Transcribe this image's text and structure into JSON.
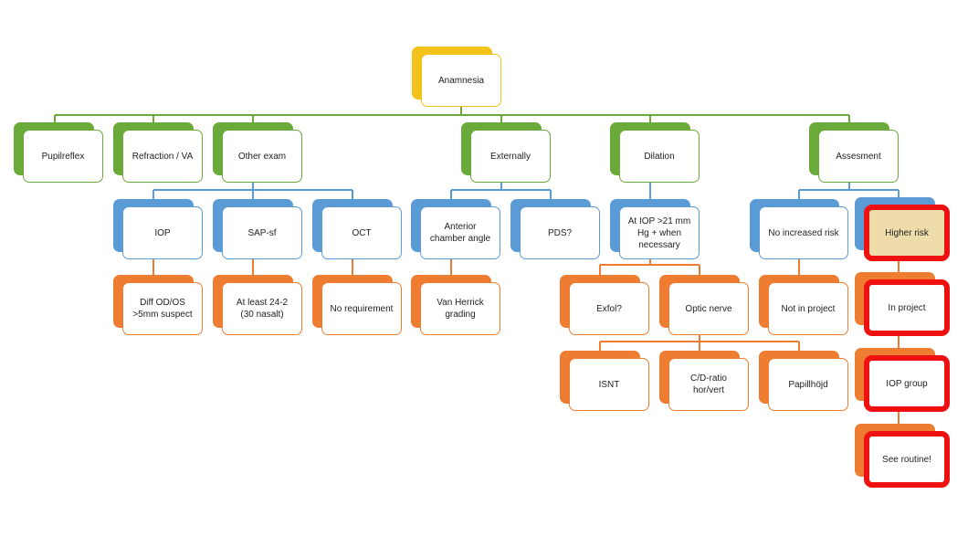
{
  "colors": {
    "yellow": "#f2c21a",
    "green": "#6aaa3a",
    "blue": "#5b9bd5",
    "orange": "#ee7d31",
    "highlight": "#ee1111"
  },
  "nodes": {
    "anamnesia": "Anamnesia",
    "pupilreflex": "Pupilreflex",
    "refraction": "Refraction / VA",
    "other_exam": "Other exam",
    "externally": "Externally",
    "dilation": "Dilation",
    "assesment": "Assesment",
    "iop": "IOP",
    "sap_sf": "SAP-sf",
    "oct": "OCT",
    "anterior_chamber": "Anterior\nchamber angle",
    "pds": "PDS?",
    "at_iop": "At IOP >21 mm\nHg + when\nnecessary",
    "no_increased_risk": "No increased risk",
    "higher_risk": "Higher risk",
    "diff_od_os": "Diff OD/OS\n>5mm suspect",
    "at_least": "At least 24-2\n(30 nasalt)",
    "no_requirement": "No requirement",
    "van_herrick": "Van Herrick\ngrading",
    "exfol": "Exfol?",
    "optic_nerve": "Optic nerve",
    "not_in_project": "Not in project",
    "in_project": "In project",
    "isnt": "ISNT",
    "cd_ratio": "C/D-ratio\nhor/vert",
    "papillhojd": "Papillhöjd",
    "iop_group": "IOP group",
    "see_routine": "See routine!"
  }
}
